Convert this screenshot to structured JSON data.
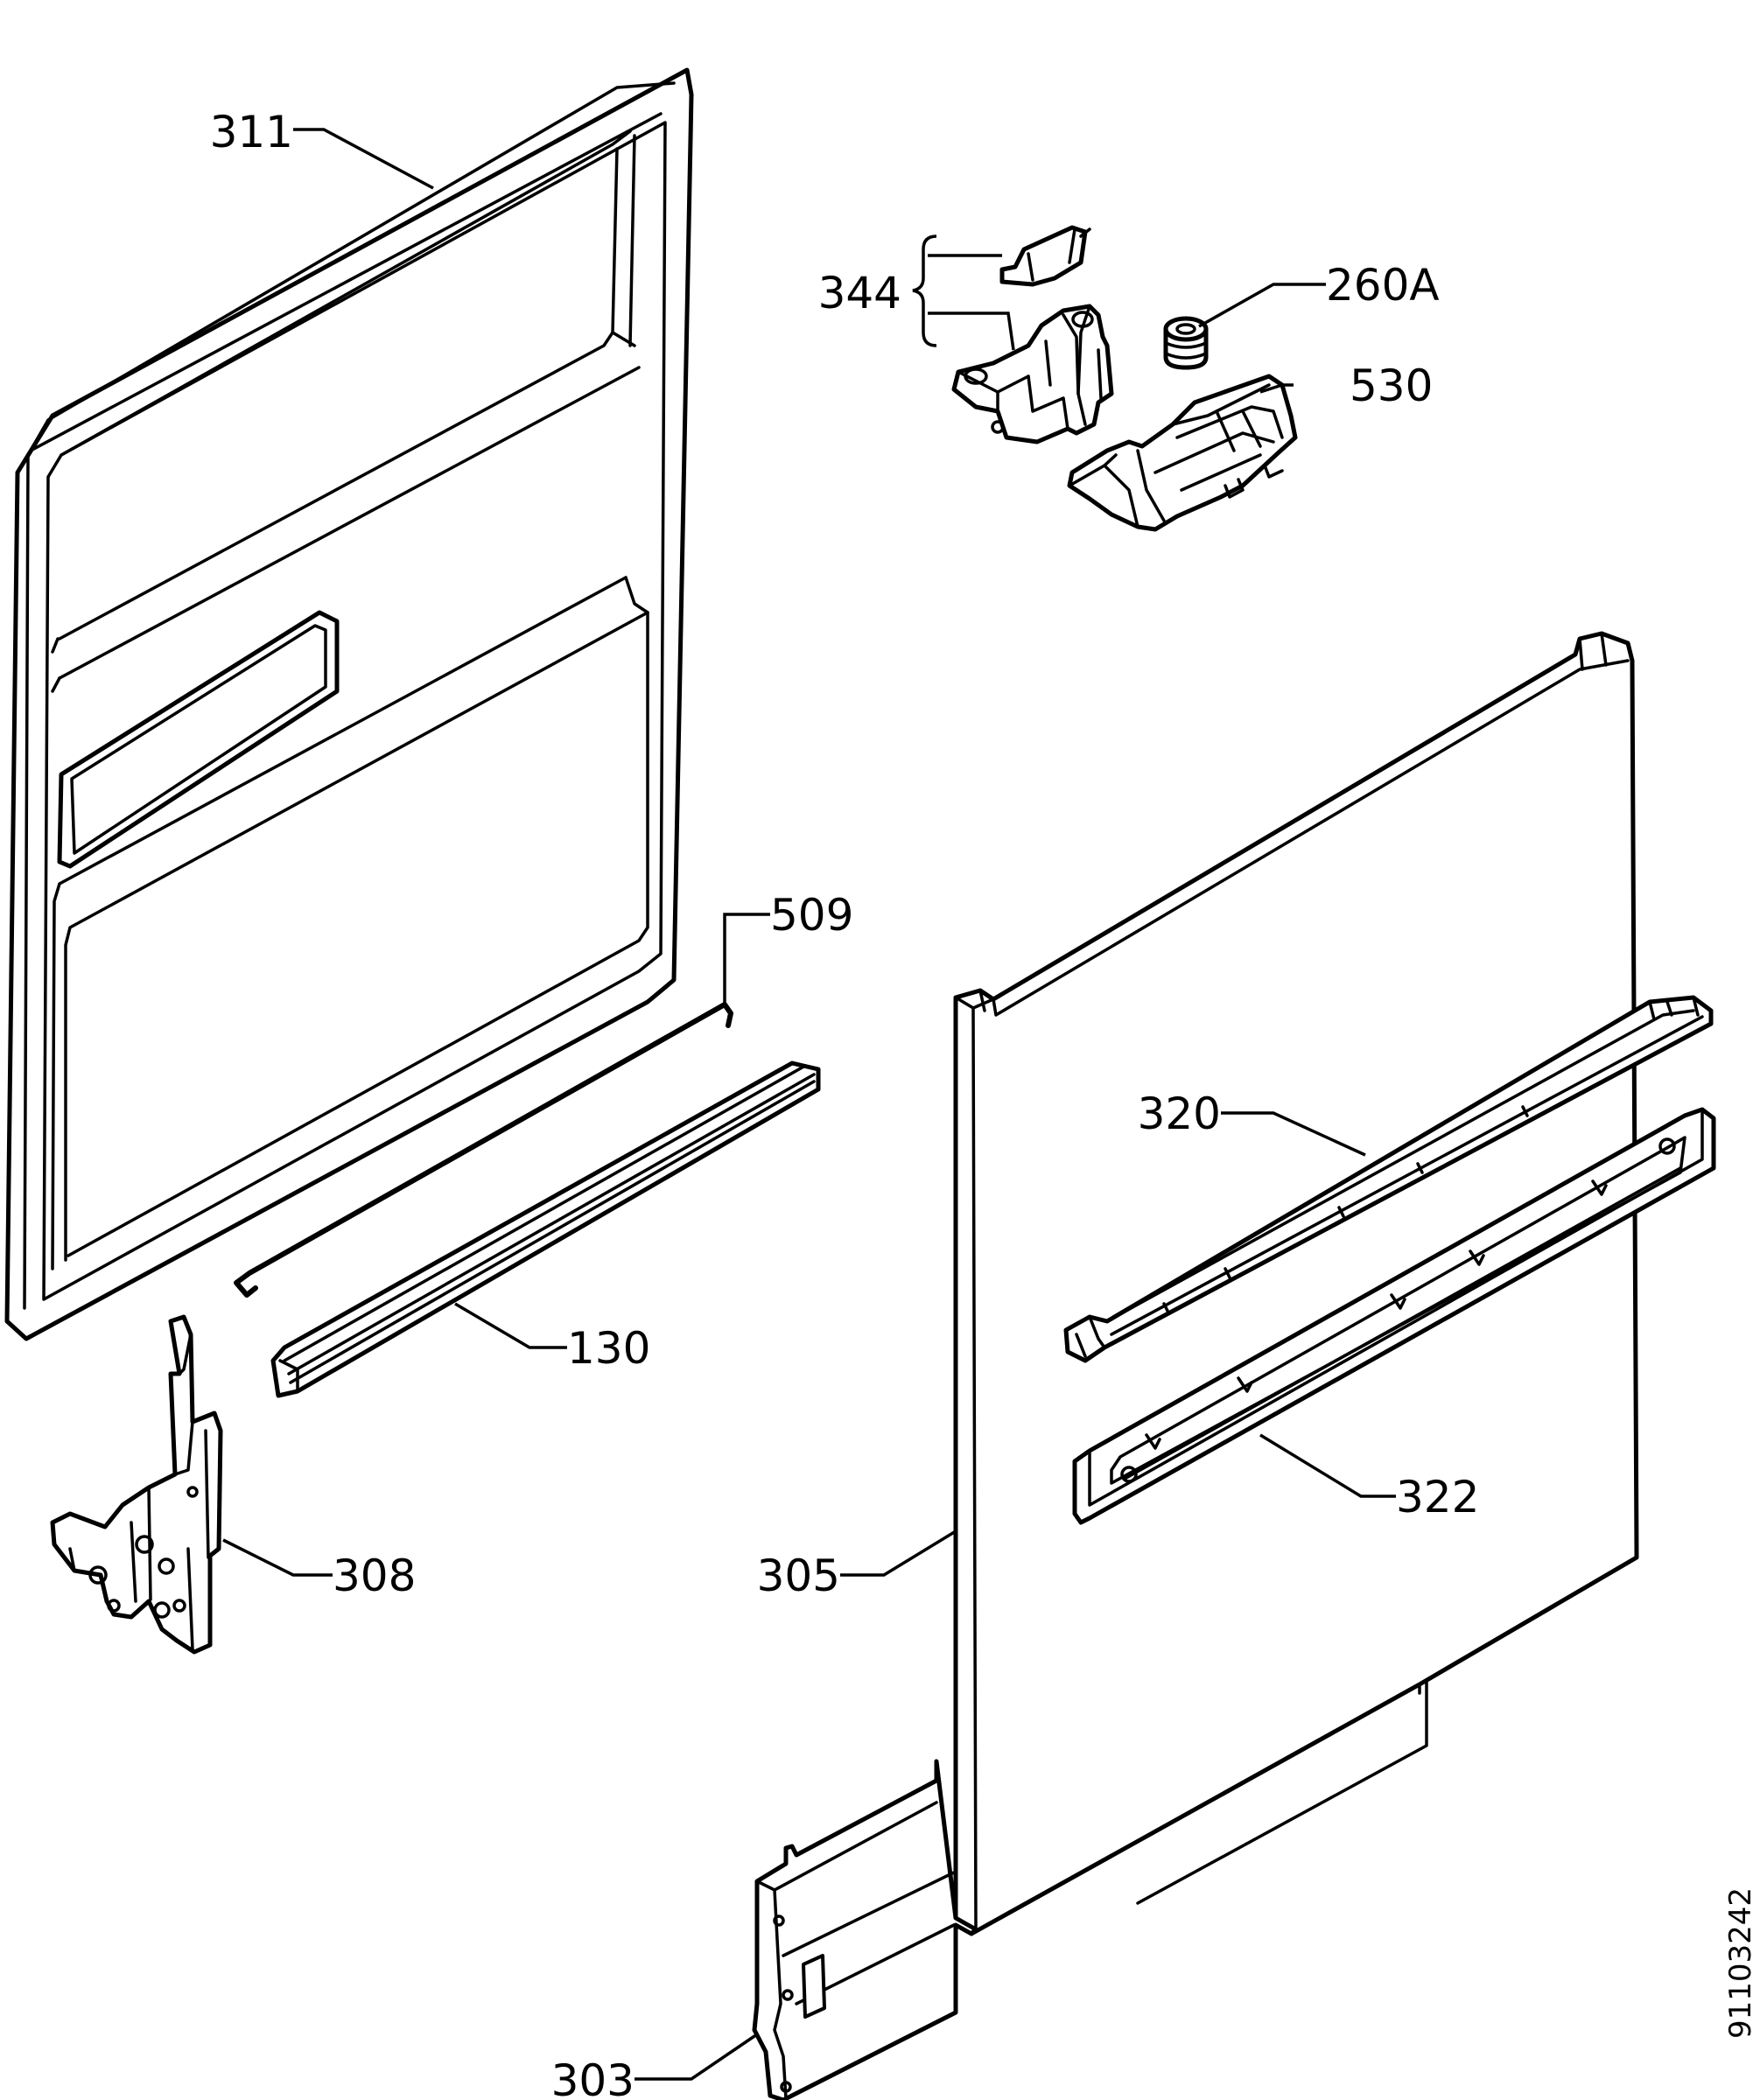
{
  "labels": {
    "p311": "311",
    "p344": "344",
    "p260a": "260A",
    "p530": "530",
    "p509": "509",
    "p130": "130",
    "p320": "320",
    "p322": "322",
    "p308": "308",
    "p305": "305",
    "p303": "303"
  },
  "document_number": "91103242"
}
